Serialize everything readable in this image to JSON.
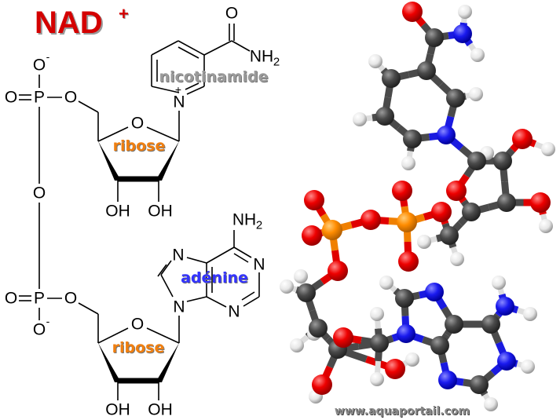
{
  "title": {
    "main": "NAD",
    "superscript": "+"
  },
  "atoms": {
    "O": "O",
    "P": "P",
    "N": "N",
    "OH": "OH",
    "NH": "NH",
    "sub2": "2",
    "minus": "-",
    "plus": "+"
  },
  "labels": {
    "nicotinamide": "nicotinamide",
    "ribose": "ribose",
    "adenine": "adénine"
  },
  "colors": {
    "title": "#d40000",
    "nicotinamide": "#9a9a9a",
    "ribose": "#f07f10",
    "adenine": "#3333ff",
    "carbon": "#444444",
    "hydrogen": "#eeeeee",
    "oxygen": "#ee0000",
    "nitrogen": "#1a1aee",
    "phosphorus": "#ff8c00"
  },
  "watermark": "www.aquaportail.com"
}
